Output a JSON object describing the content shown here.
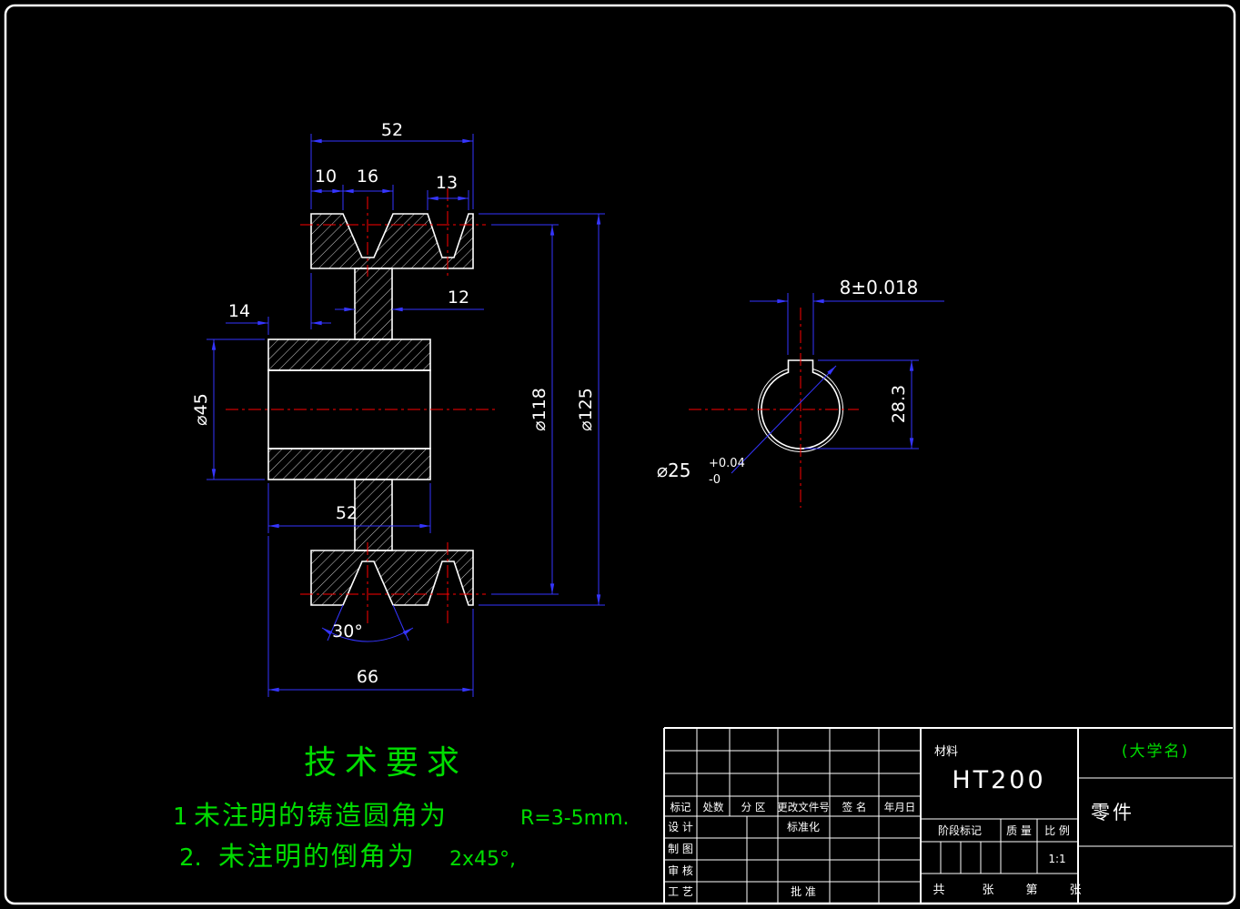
{
  "drawing": {
    "section_dims": {
      "rim_width": "52",
      "groove_offset": "10",
      "groove1_width": "16",
      "groove2_width": "13",
      "hub_to_rim": "14",
      "web_thickness": "12",
      "hub_diameter": "⌀45",
      "pitch_diameter": "⌀118",
      "outer_diameter": "⌀125",
      "hub_length": "52",
      "groove_angle": "30°",
      "overall_width": "66"
    },
    "end_dims": {
      "keyway_width": "8±0.018",
      "keyway_depth": "28.3",
      "bore_diameter": "⌀25",
      "bore_tol_upper": "+0.04",
      "bore_tol_lower": "-0"
    },
    "notes": {
      "title": "技术要求",
      "item1_no": "1",
      "item1_text": "未注明的铸造圆角为",
      "item1_value": "R=3-5mm.",
      "item2_no": "2.",
      "item2_text": "未注明的倒角为",
      "item2_value": "2x45°,"
    }
  },
  "title_block": {
    "material_label": "材料",
    "material_value": "HT200",
    "company": "(大学名)",
    "part_name": "零件",
    "rev_headers": [
      "标记",
      "处数",
      "分 区",
      "更改文件号",
      "签 名",
      "年月日"
    ],
    "row_design": "设 计",
    "row_draft": "制 图",
    "row_check": "审 核",
    "row_process": "工 艺",
    "standardization": "标准化",
    "approval": "批 准",
    "stage_label": "阶段标记",
    "weight_label": "质 量",
    "scale_label": "比 例",
    "scale_value": "1:1",
    "sheets_total_label": "共",
    "sheets_total_unit": "张",
    "sheet_no_label": "第",
    "sheet_no_unit": "张"
  }
}
